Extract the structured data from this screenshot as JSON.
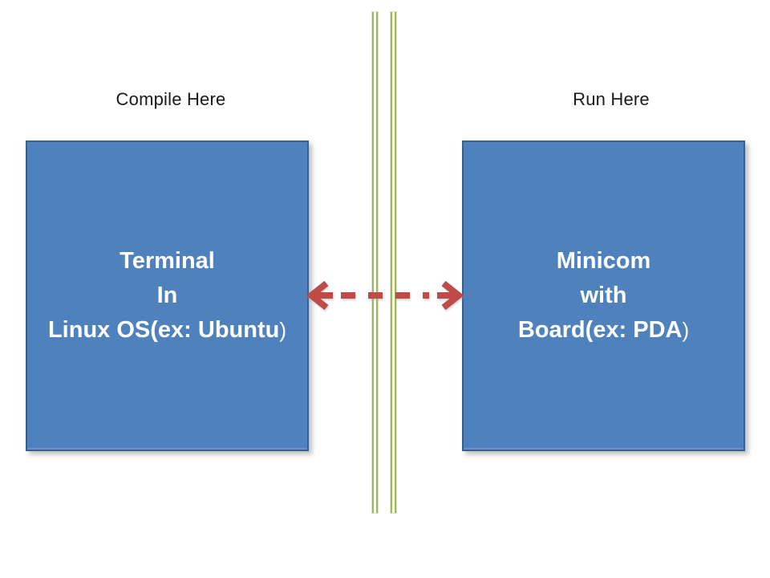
{
  "colors": {
    "background": "#FFFFFF",
    "box_fill": "#4F81BD",
    "box_border": "#38608C",
    "box_text": "#FFFFFF",
    "arrow": "#BE4B48",
    "divider_green": "#9ABA59",
    "divider_halo": "#D9E5C1",
    "label_text": "#1A1A1A"
  },
  "labels": {
    "left": "Compile Here",
    "right": "Run Here"
  },
  "boxes": {
    "left": {
      "line1": "Terminal",
      "line2": "In",
      "line3": "Linux OS(ex: Ubuntu",
      "line3_suffix": ")"
    },
    "right": {
      "line1": "Minicom",
      "line2": "with",
      "line3": "Board(ex: PDA",
      "line3_suffix": ")"
    }
  }
}
